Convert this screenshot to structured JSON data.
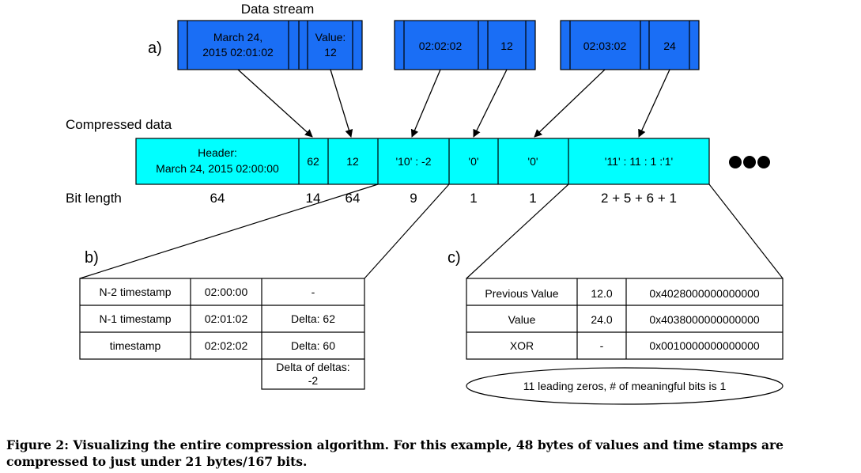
{
  "section_labels": {
    "a": "a)",
    "b": "b)",
    "c": "c)"
  },
  "data_stream": {
    "title": "Data stream",
    "packets": [
      {
        "timestamp": [
          "March 24,",
          "2015 02:01:02"
        ],
        "value": [
          "Value:",
          "12"
        ]
      },
      {
        "timestamp": [
          "02:02:02"
        ],
        "value": [
          "12"
        ]
      },
      {
        "timestamp": [
          "02:03:02"
        ],
        "value": [
          "24"
        ]
      }
    ]
  },
  "compressed": {
    "title": "Compressed data",
    "cells": [
      {
        "text": [
          "Header:",
          "March 24, 2015 02:00:00"
        ]
      },
      {
        "text": [
          "62"
        ]
      },
      {
        "text": [
          "12"
        ]
      },
      {
        "text": [
          "'10' : -2"
        ]
      },
      {
        "text": [
          "'0'"
        ]
      },
      {
        "text": [
          "'0'"
        ]
      },
      {
        "text": [
          "'11' : 11 : 1 :'1'"
        ]
      }
    ]
  },
  "bit_length": {
    "label": "Bit length",
    "values": [
      "64",
      "14",
      "64",
      "9",
      "1",
      "1",
      "2 + 5 + 6 + 1"
    ]
  },
  "table_b": {
    "rows": [
      [
        "N-2 timestamp",
        "02:00:00",
        "-"
      ],
      [
        "N-1 timestamp",
        "02:01:02",
        "Delta: 62"
      ],
      [
        "timestamp",
        "02:02:02",
        "Delta: 60"
      ]
    ],
    "delta_of_deltas": [
      "Delta of deltas:",
      "-2"
    ]
  },
  "table_c": {
    "rows": [
      [
        "Previous Value",
        "12.0",
        "0x4028000000000000"
      ],
      [
        "Value",
        "24.0",
        "0x4038000000000000"
      ],
      [
        "XOR",
        "-",
        "0x0010000000000000"
      ]
    ],
    "note": "11 leading zeros, # of meaningful bits is 1"
  },
  "caption": "Figure 2: Visualizing the entire compression algorithm. For this example, 48 bytes of values and time stamps are compressed to just under 21 bytes/167 bits.",
  "colors": {
    "stream_fill": "#1a6ef5",
    "compressed_fill": "#00ffff",
    "stroke": "#000000"
  }
}
